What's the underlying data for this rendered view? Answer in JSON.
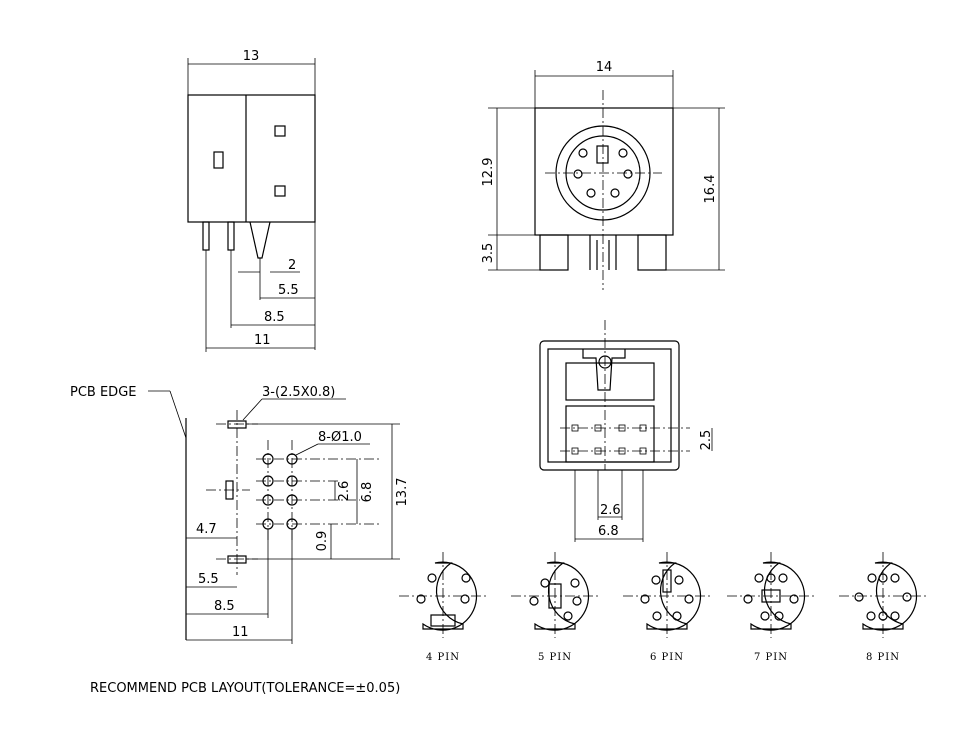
{
  "side_view": {
    "width": "13",
    "dim_2": "2",
    "dim_5_5": "5.5",
    "dim_8_5": "8.5",
    "dim_11": "11"
  },
  "front_view": {
    "width": "14",
    "height_12_9": "12.9",
    "height_3_5": "3.5",
    "height_16_4": "16.4"
  },
  "bottom_view": {
    "pitch_2_5": "2.5",
    "pitch_2_6": "2.6",
    "pitch_6_8": "6.8"
  },
  "pcb_layout": {
    "edge_label": "PCB EDGE",
    "slot_note": "3-(2.5X0.8)",
    "hole_note": "8-Ø1.0",
    "dim_4_7": "4.7",
    "dim_2_6": "2.6",
    "dim_6_8": "6.8",
    "dim_13_7": "13.7",
    "dim_0_9": "0.9",
    "dim_5_5": "5.5",
    "dim_8_5": "8.5",
    "dim_11": "11"
  },
  "pin_variants": [
    "4 PIN",
    "5 PIN",
    "6 PIN",
    "7 PIN",
    "8 PIN"
  ],
  "footer_note": "RECOMMEND PCB LAYOUT(TOLERANCE=±0.05)"
}
